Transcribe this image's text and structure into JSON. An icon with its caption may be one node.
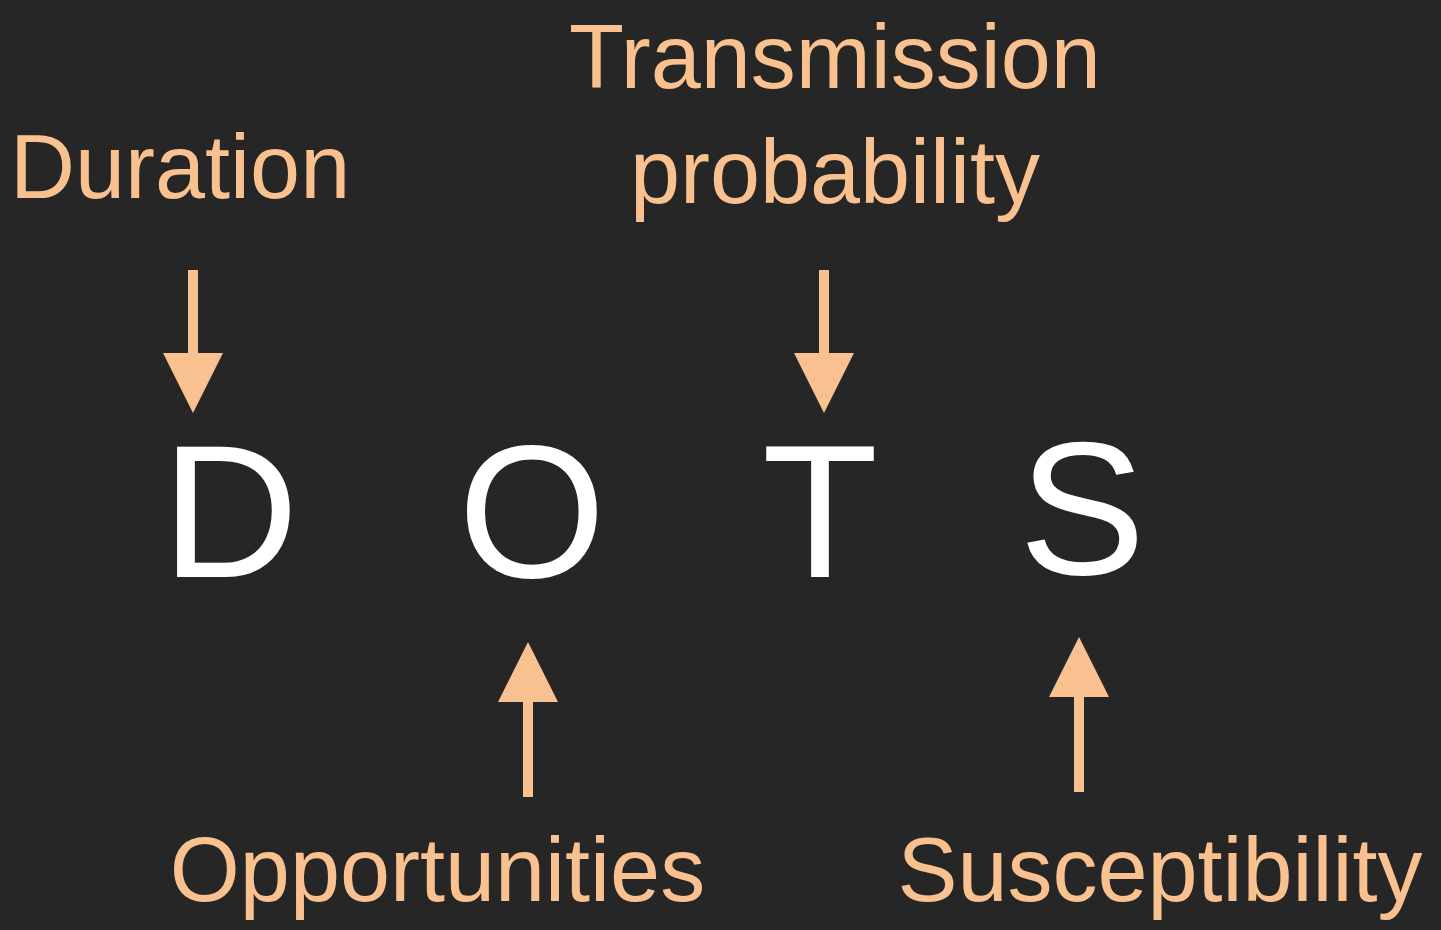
{
  "diagram": {
    "nodes": [
      {
        "text": [
          "Duration"
        ]
      },
      {
        "text": [
          "Transmission probability"
        ]
      },
      {
        "text": [
          "D"
        ]
      },
      {
        "text": [
          "O"
        ]
      },
      {
        "text": [
          "T"
        ]
      },
      {
        "text": [
          "S"
        ]
      },
      {
        "text": [
          "Opportunities"
        ]
      },
      {
        "text": [
          "Susceptibility"
        ]
      }
    ],
    "edges": [
      {
        "from": 0,
        "to": 2,
        "arrow": "to"
      },
      {
        "from": 1,
        "to": 4,
        "arrow": "to"
      },
      {
        "from": 6,
        "to": 3,
        "arrow": "to"
      },
      {
        "from": 7,
        "to": 5,
        "arrow": "to"
      }
    ]
  }
}
